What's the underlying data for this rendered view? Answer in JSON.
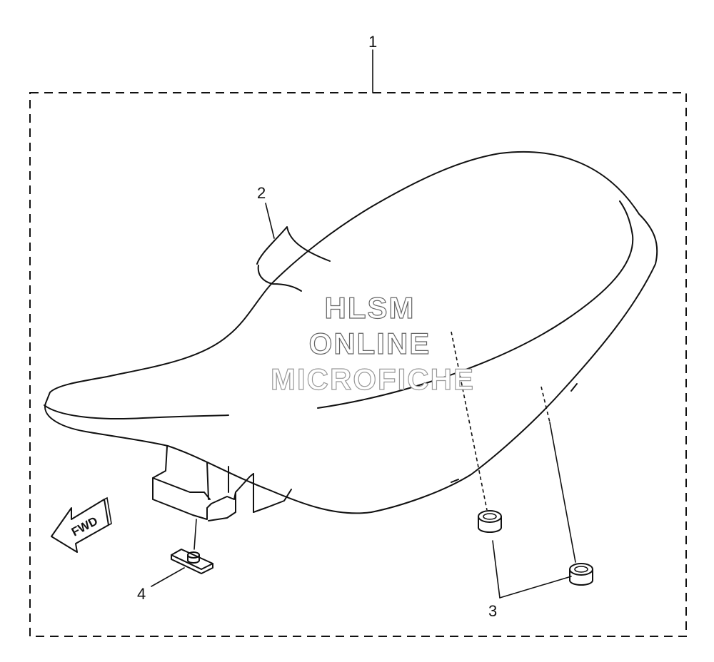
{
  "callouts": {
    "c1": "1",
    "c2": "2",
    "c3": "3",
    "c4": "4"
  },
  "watermark": {
    "line1": "HLSM",
    "line2": "ONLINE",
    "line3": "MICROFICHE"
  },
  "direction_label": "FWD",
  "icons": {
    "forward_arrow": "arrow-left-down-icon",
    "grommet": "rubber-damper-icon",
    "clip": "seat-bracket-clip-icon"
  }
}
